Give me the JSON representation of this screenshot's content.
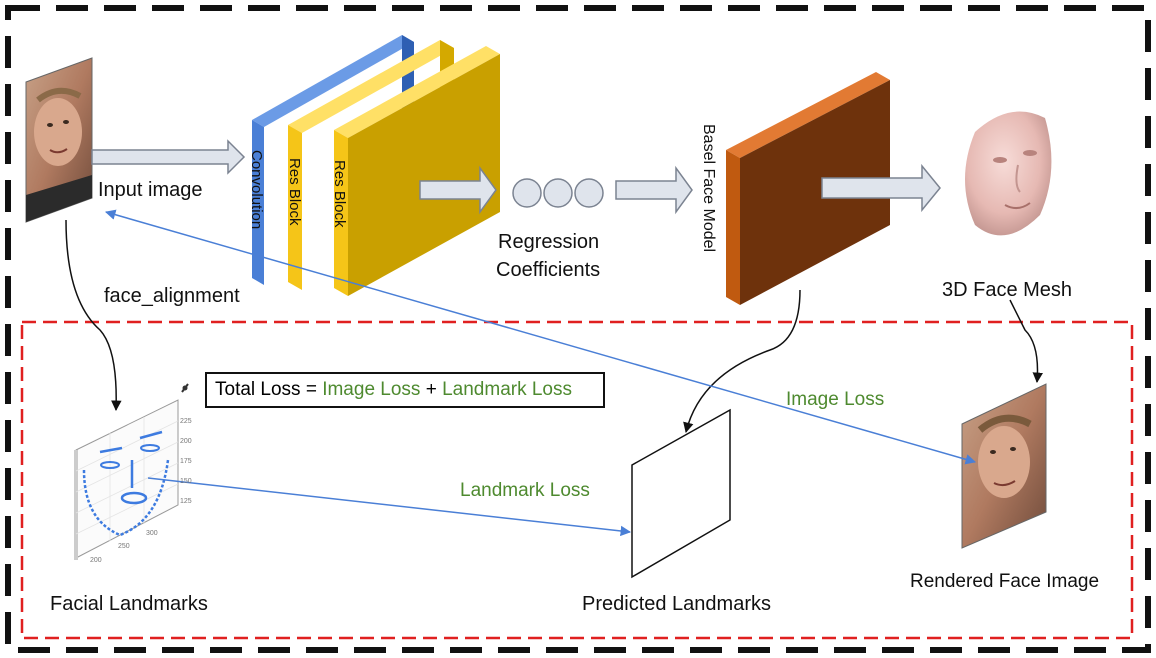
{
  "labels": {
    "input_image": "Input image",
    "face_alignment": "face_alignment",
    "convolution": "Convolution",
    "res_block_1": "Res Block",
    "res_block_2": "Res Block",
    "regression_line1": "Regression",
    "regression_line2": "Coefficients",
    "basel_face_model": "Basel Face Model",
    "face_mesh": "3D Face Mesh",
    "image_loss": "Image Loss",
    "landmark_loss": "Landmark Loss",
    "facial_landmarks": "Facial Landmarks",
    "predicted_landmarks": "Predicted Landmarks",
    "rendered_face_image": "Rendered Face Image"
  },
  "loss_formula": {
    "prefix": "Total Loss = ",
    "term1": "Image Loss",
    "plus": " + ",
    "term2": "Landmark Loss"
  },
  "landmark_plot": {
    "y_ticks": [
      "225",
      "200",
      "175",
      "150",
      "125"
    ],
    "x_ticks": [
      "200",
      "250",
      "300"
    ]
  },
  "colors": {
    "convolution": "#4a7fd6",
    "res_block": "#f5c518",
    "conv_large": "#c9a000",
    "bfm": "#c05a10",
    "arrow_fill": "#dfe4ec",
    "arrow_stroke": "#7b8391",
    "loss_line": "#4a7fd6",
    "red_border": "#e02020",
    "green_text": "#4e8a2f"
  }
}
